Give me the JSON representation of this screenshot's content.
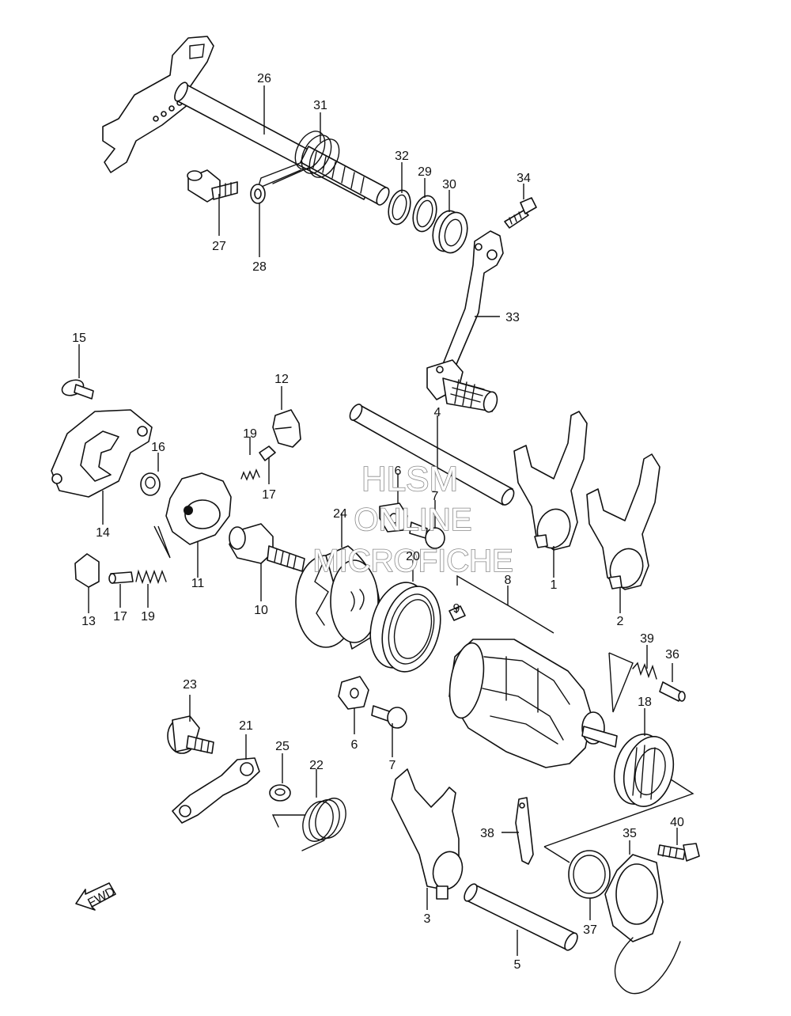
{
  "callouts": {
    "c1": "1",
    "c2": "2",
    "c3": "3",
    "c4": "4",
    "c5": "5",
    "c6a": "6",
    "c6b": "6",
    "c7a": "7",
    "c7b": "7",
    "c8": "8",
    "c9": "9",
    "c10": "10",
    "c11": "11",
    "c12": "12",
    "c13": "13",
    "c14": "14",
    "c15": "15",
    "c16": "16",
    "c17a": "17",
    "c17b": "17",
    "c18": "18",
    "c19a": "19",
    "c19b": "19",
    "c20": "20",
    "c21": "21",
    "c22": "22",
    "c23": "23",
    "c24": "24",
    "c25": "25",
    "c26": "26",
    "c27": "27",
    "c28": "28",
    "c29": "29",
    "c30": "30",
    "c31": "31",
    "c32": "32",
    "c33": "33",
    "c34": "34",
    "c35": "35",
    "c36": "36",
    "c37": "37",
    "c38": "38",
    "c39": "39",
    "c40": "40"
  },
  "watermark": {
    "line1": "HLSM",
    "line2": "ONLINE",
    "line3": "MICROFICHE"
  },
  "fwd_label": "FWD"
}
